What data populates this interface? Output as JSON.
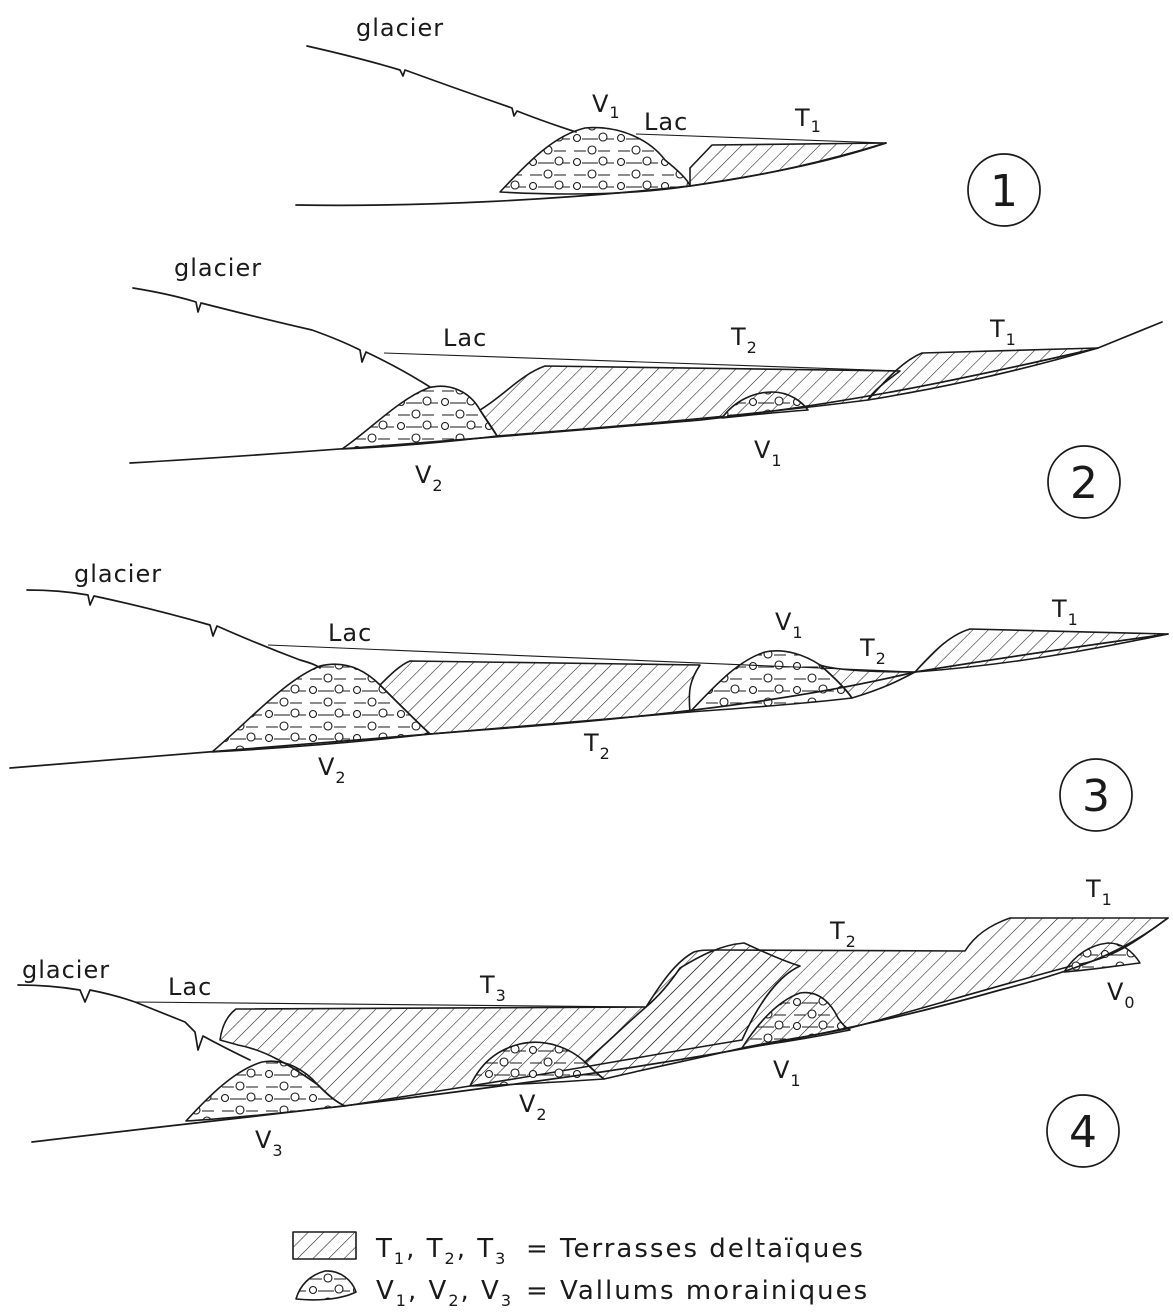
{
  "panels": [
    {
      "number": "1",
      "glacier": "glacier",
      "lac": "Lac",
      "labels": [
        {
          "base": "V",
          "sub": "1"
        },
        {
          "base": "T",
          "sub": "1"
        }
      ]
    },
    {
      "number": "2",
      "glacier": "glacier",
      "lac": "Lac",
      "labels": [
        {
          "base": "T",
          "sub": "2"
        },
        {
          "base": "T",
          "sub": "1"
        },
        {
          "base": "V",
          "sub": "2"
        },
        {
          "base": "V",
          "sub": "1"
        }
      ]
    },
    {
      "number": "3",
      "glacier": "glacier",
      "lac": "Lac",
      "labels": [
        {
          "base": "V",
          "sub": "1"
        },
        {
          "base": "T",
          "sub": "2"
        },
        {
          "base": "T",
          "sub": "1"
        },
        {
          "base": "V",
          "sub": "2"
        },
        {
          "base": "T",
          "sub": "2"
        }
      ]
    },
    {
      "number": "4",
      "glacier": "glacier",
      "lac": "Lac",
      "labels": [
        {
          "base": "T",
          "sub": "1"
        },
        {
          "base": "T",
          "sub": "2"
        },
        {
          "base": "T",
          "sub": "3"
        },
        {
          "base": "V",
          "sub": "0"
        },
        {
          "base": "V",
          "sub": "1"
        },
        {
          "base": "V",
          "sub": "2"
        },
        {
          "base": "V",
          "sub": "3"
        }
      ]
    }
  ],
  "legend": {
    "terraces": {
      "symbols": [
        {
          "base": "T",
          "sub": "1"
        },
        {
          "base": "T",
          "sub": "2"
        },
        {
          "base": "T",
          "sub": "3"
        }
      ],
      "definition": "= Terrasses deltaïques"
    },
    "moraines": {
      "symbols": [
        {
          "base": "V",
          "sub": "1"
        },
        {
          "base": "V",
          "sub": "2"
        },
        {
          "base": "V",
          "sub": "3"
        }
      ],
      "definition": "= Vallums morainiques"
    }
  }
}
